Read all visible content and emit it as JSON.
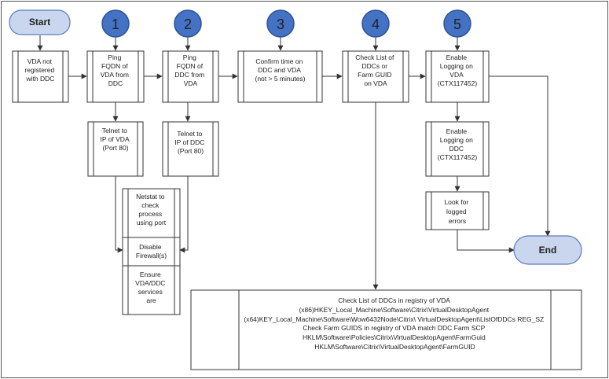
{
  "terminals": {
    "start": "Start",
    "end": "End"
  },
  "step_numbers": [
    "1",
    "2",
    "3",
    "4",
    "5"
  ],
  "nodes": {
    "vda_not_registered": [
      "VDA not",
      "registered",
      "with DDC"
    ],
    "ping_fqdn_vda": [
      "Ping",
      "FQDN of",
      "VDA from",
      "DDC"
    ],
    "ping_fqdn_ddc": [
      "Ping",
      "FQDN of",
      "DDC from",
      "VDA"
    ],
    "confirm_time": [
      "Confirm time on",
      "DDC and VDA",
      "(not > 5 minutes)"
    ],
    "check_list_ddcs": [
      "Check List of",
      "DDCs or",
      "Farm GUID",
      "on VDA"
    ],
    "enable_logging_vda": [
      "Enable",
      "Logging on",
      "VDA",
      "(CTX117452)"
    ],
    "telnet_ip_vda": [
      "Telnet to",
      "IP of VDA",
      "(Port 80)"
    ],
    "telnet_ip_ddc": [
      "Telnet to",
      "IP of DDC",
      "(Port 80)"
    ],
    "enable_logging_ddc": [
      "Enable",
      "Logging on",
      "DDC",
      "(CTX117452)"
    ],
    "netstat": [
      "Netstat to",
      "check",
      "process",
      "using port"
    ],
    "disable_firewall": [
      "Disable",
      "Firewall(s)"
    ],
    "ensure_services": [
      "Ensure",
      "VDA/DDC",
      "services",
      "are"
    ],
    "look_for_errors": [
      "Look for",
      "logged",
      "errors"
    ],
    "registry_details": [
      "Check List of DDCs in registry of VDA",
      "(x86)HKEY_Local_Machine\\Software\\Citrix\\VirtualDesktopAgent",
      "(x64)KEY_Local_Machine\\Software\\Wow6432Node\\Citrix\\ VirtualDesktopAgent\\ListOfDDCs REG_SZ",
      "",
      "Check Farm GUIDS in registry of VDA match DDC Farm SCP",
      "HKLM\\Software\\Policies\\Citrix\\VirtualDesktopAgent\\FarmGuid",
      "HKLM\\Software\\Citrix\\VirtualDesktopAgent\\FarmGUID"
    ]
  },
  "colors": {
    "step_circle_fill": "#4472c4",
    "terminal_fill": "#c9d6ee",
    "line": "#333333"
  }
}
